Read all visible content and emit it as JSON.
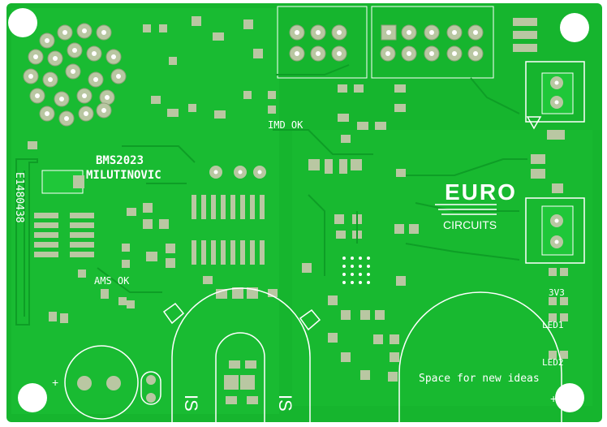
{
  "colors": {
    "background": "#ffffff",
    "board": "#16b52e",
    "copper_fill": "#1fc739",
    "trace": "#0e9e26",
    "pad": "#b9c7a2",
    "pad_dark": "#8fa07a",
    "silkscreen": "#ffffff",
    "drill": "#ffffff"
  },
  "silkscreen": {
    "title": "BMS2023",
    "author": "MILUTINOVIC",
    "serial": "E1480438",
    "imd_status": "IMD OK",
    "ams_status": "AMS OK",
    "logo_top": "EURO",
    "logo_bottom": "CIRCUITS",
    "free_area": "Space for new ideas",
    "label_3v3": "3V3",
    "label_led1": "LED1",
    "label_led2": "LED2",
    "label_is_left": "IS",
    "label_is_right": "IS",
    "plus_left": "+",
    "plus_right": "+"
  }
}
